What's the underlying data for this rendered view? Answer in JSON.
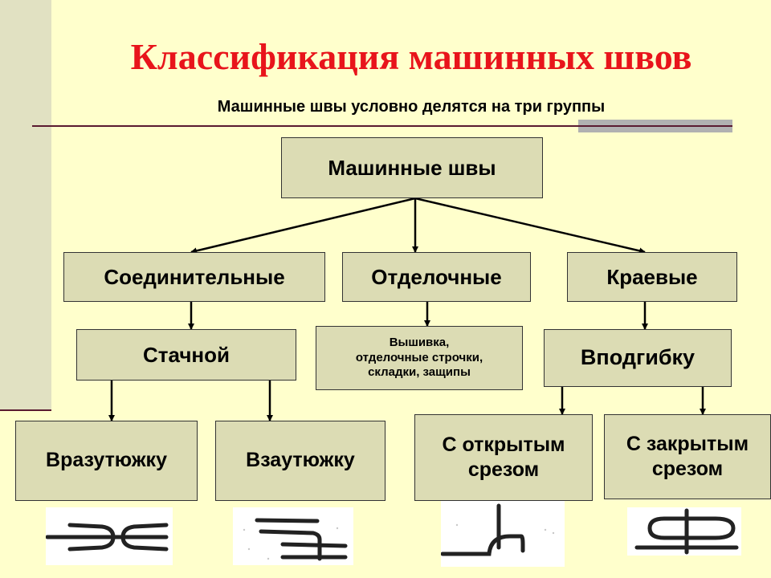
{
  "title": "Классификация машинных швов",
  "subtitle": "Машинные швы условно делятся на три группы",
  "nodes": {
    "root": "Машинные швы",
    "joining": "Соединительные",
    "finishing": "Отделочные",
    "edge": "Краевые",
    "plain_seam": "Стачной",
    "finishing_examples": "Вышивка,\nотделочные строчки,\nскладки, защипы",
    "turned_hem": "Вподгибку",
    "pressed_open": "Вразутюжку",
    "pressed_to_side": "Взаутюжку",
    "open_edge": "С открытым\nсрезом",
    "closed_edge": "С закрытым\nсрезом"
  },
  "colors": {
    "title": "#e8141b",
    "node_fill": "#dcdcb4",
    "background": "#ffffcc"
  },
  "icons": [
    "seam-symbol-pressed-open-icon",
    "seam-symbol-pressed-to-side-icon",
    "seam-symbol-open-edge-icon",
    "seam-symbol-closed-edge-icon"
  ]
}
